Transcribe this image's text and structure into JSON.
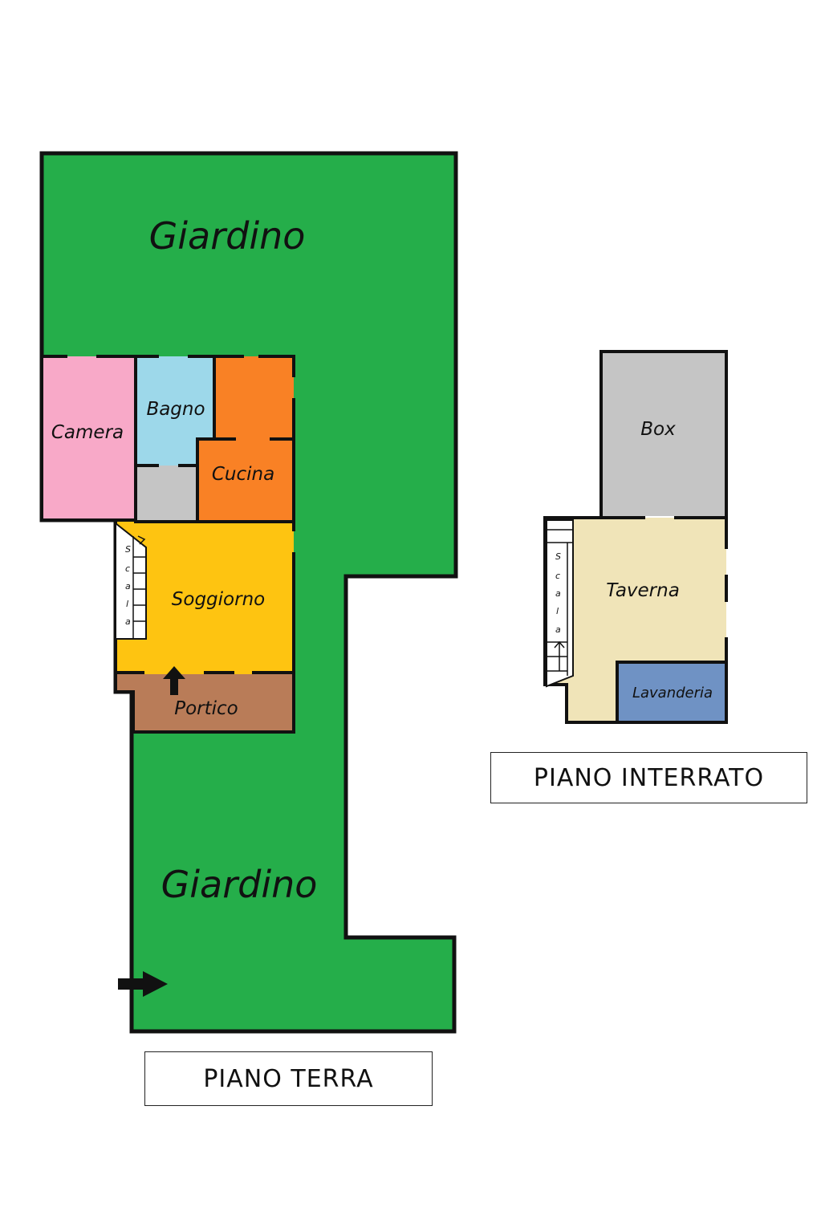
{
  "floors": {
    "ground": {
      "caption": "PIANO TERRA",
      "garden_top_label": "Giardino",
      "garden_bottom_label": "Giardino",
      "rooms": {
        "camera": "Camera",
        "bagno": "Bagno",
        "cucina": "Cucina",
        "soggiorno": "Soggiorno",
        "portico": "Portico"
      },
      "stair_letters": [
        "S",
        "c",
        "a",
        "l",
        "a"
      ]
    },
    "basement": {
      "caption": "PIANO INTERRATO",
      "rooms": {
        "box": "Box",
        "taverna": "Taverna",
        "lavanderia": "Lavanderia"
      },
      "stair_letters": [
        "S",
        "c",
        "a",
        "l",
        "a"
      ]
    }
  },
  "colors": {
    "giardino": "#25ae4a",
    "camera": "#f8a9c8",
    "bagno": "#9dd8ea",
    "cucina": "#f98125",
    "disimpegno": "#c5c5c5",
    "soggiorno": "#fec411",
    "portico": "#b97c58",
    "box": "#c5c5c5",
    "taverna": "#f0e4b8",
    "lavanderia": "#6f92c4",
    "wall": "#111111"
  }
}
